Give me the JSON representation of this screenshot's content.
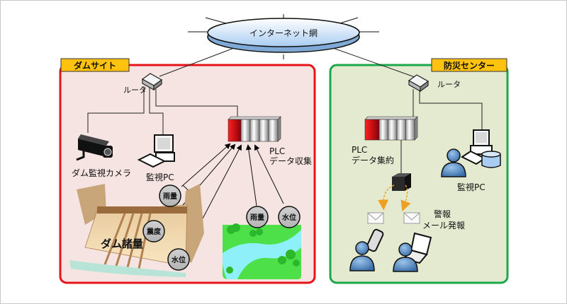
{
  "diagram": {
    "internet": {
      "label": "インターネット網"
    },
    "dam_site": {
      "title": "ダムサイト",
      "router_label": "ルータ",
      "camera_label": "ダム監視カメラ",
      "monitor_pc_label": "監視PC",
      "plc_label_line1": "PLC",
      "plc_label_line2": "データ収集",
      "dam_label": "ダム諸量",
      "sensors": [
        {
          "label": "雨量"
        },
        {
          "label": "震度"
        },
        {
          "label": "水位"
        },
        {
          "label": "雨量"
        },
        {
          "label": "水位"
        }
      ]
    },
    "disaster_center": {
      "title": "防災センター",
      "router_label": "ルータ",
      "plc_label_line1": "PLC",
      "plc_label_line2": "データ集約",
      "monitor_pc_label": "監視PC",
      "alert_label_line1": "警報",
      "alert_label_line2": "メール発報"
    },
    "colors": {
      "dam_border": "#e8141c",
      "dam_bg": "#f6e4e2",
      "center_border": "#1aa84a",
      "center_bg": "#e3ead0",
      "title_bg": "#ffc20e",
      "plc_red": "#d8101a",
      "arrow_orange": "#f0a020",
      "user_blue": "#5b8fc8"
    }
  }
}
